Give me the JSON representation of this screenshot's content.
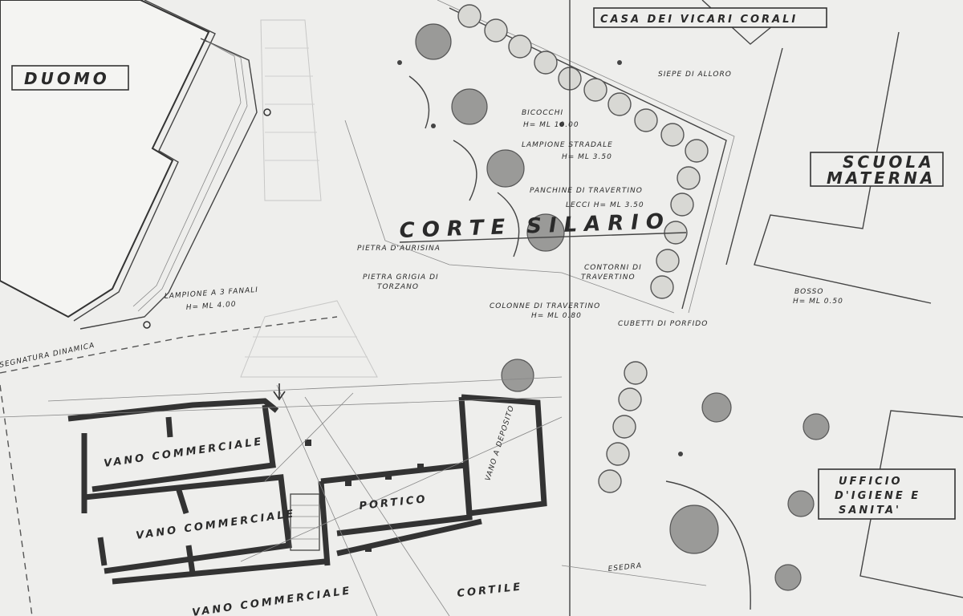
{
  "labels": {
    "duomo": "DUOMO",
    "casa_vicari": "CASA DEI VICARI CORALI",
    "scuola_line1": "SCUOLA",
    "scuola_line2": "MATERNA",
    "ufficio_line1": "UFFICIO",
    "ufficio_line2": "D'IGIENE E",
    "ufficio_line3": "SANITA'",
    "corte": "CORTE SILARIO",
    "siepe": "SIEPE DI ALLORO",
    "bicocchi": "BICOCCHI",
    "bicocchi_h": "H= ML 10.00",
    "lampione_sf": "LAMPIONE STRADALE",
    "lampione_sf_h": "H= ML 3.50",
    "panchine": "PANCHINE DI TRAVERTINO",
    "lecci": "LECCI H= ML 3.50",
    "pietra_aurisina": "PIETRA D'AURISINA",
    "pietra_grigia_1": "PIETRA GRIGIA DI",
    "pietra_grigia_2": "TORZANO",
    "contorni_1": "CONTORNI DI",
    "contorni_2": "TRAVERTINO",
    "lampione_3f": "LAMPIONE A 3 FANALI",
    "lampione_3f_h": "H= ML 4.00",
    "colonne": "COLONNE DI TRAVERTINO",
    "colonne_h": "H= ML 0.80",
    "cubetti": "CUBETTI DI PORFIDO",
    "bosso": "BOSSO",
    "bosso_h": "H= ML 0.50",
    "segnatura": "SEGNATURA DINAMICA",
    "vano1": "VANO COMMERCIALE",
    "vano2": "VANO COMMERCIALE",
    "vano3": "VANO COMMERCIALE",
    "vano_dep": "VANO A DEPOSITO",
    "portico": "PORTICO",
    "cortile": "CORTILE",
    "esedra": "ESEDRA"
  },
  "icons": {
    "tree": "tree-canopy-icon",
    "lamp": "lamp-post-icon",
    "north": "entrance-arrow-icon"
  },
  "colors": {
    "paper": "#eeeeec",
    "ink": "#2a2a2a"
  }
}
